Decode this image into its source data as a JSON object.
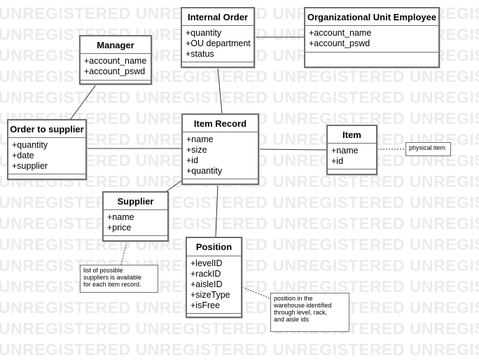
{
  "watermark": {
    "text": "UNREGISTERED UNREGISTERED UNREGISTERED UNREGISTERED UNREGISTERED"
  },
  "classes": {
    "manager": {
      "name": "Manager",
      "attributes": [
        "+account_name",
        "+account_pswd"
      ]
    },
    "internal_order": {
      "name": "Internal Order",
      "attributes": [
        "+quantity",
        "+OU department",
        "+status"
      ]
    },
    "ou_employee": {
      "name": "Organizational Unit Employee",
      "attributes": [
        "+account_name",
        "+account_pswd"
      ]
    },
    "order_to_supplier": {
      "name": "Order to supplier",
      "attributes": [
        "+quantity",
        "+date",
        "+supplier"
      ]
    },
    "item_record": {
      "name": "Item Record",
      "attributes": [
        "+name",
        "+size",
        "+id",
        "+quantity"
      ]
    },
    "item": {
      "name": "Item",
      "attributes": [
        "+name",
        "+id"
      ]
    },
    "supplier": {
      "name": "Supplier",
      "attributes": [
        "+name",
        "+price"
      ]
    },
    "position": {
      "name": "Position",
      "attributes": [
        "+levelID",
        "+rackID",
        "+aisleID",
        "+sizeType",
        "+isFree"
      ]
    }
  },
  "notes": {
    "physical_item": {
      "lines": [
        "physical item"
      ]
    },
    "suppliers_note": {
      "lines": [
        "list of possible",
        "suppliers is available",
        "for each item record."
      ]
    },
    "position_note": {
      "lines": [
        "position in the",
        "warehouse identified",
        "through level, rack,",
        "and aisle ids"
      ]
    }
  }
}
